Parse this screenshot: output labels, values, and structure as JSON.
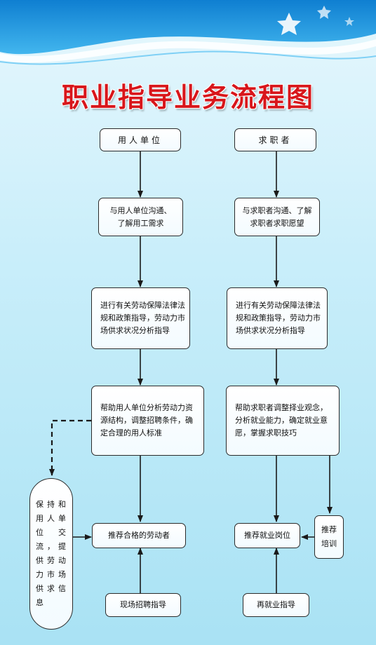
{
  "title": "职业指导业务流程图",
  "left_column": {
    "header": "用人单位",
    "step1": "与用人单位沟通、了解用工需求",
    "step2": "进行有关劳动保障法律法规和政策指导，劳动力市场供求状况分析指导",
    "step3": "帮助用人单位分析劳动力资源结构，调整招聘条件，确定合理的用人标准",
    "step4": "推荐合格的劳动者",
    "step5": "现场招聘指导"
  },
  "right_column": {
    "header": "求职者",
    "step1": "与求职者沟通、了解求职者求职愿望",
    "step2": "进行有关劳动保障法律法规和政策指导，劳动力市场供求状况分析指导",
    "step3": "帮助求职者调整择业观念，分析就业能力，确定就业意愿，掌握求职技巧",
    "step4": "推荐就业岗位",
    "step5": "再就业指导"
  },
  "side_left": "保持和用人单位交流，提供劳动力市场供求信息",
  "side_right": "推荐培训",
  "colors": {
    "title": "#d8161b",
    "border": "#2b2b2b",
    "line": "#1a1a1a"
  }
}
